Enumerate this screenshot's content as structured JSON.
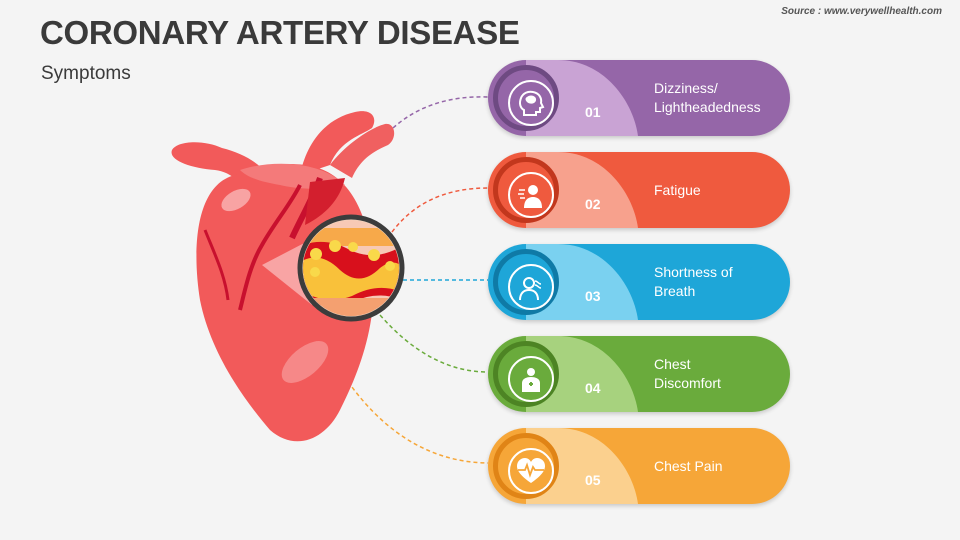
{
  "header": {
    "title": "CORONARY ARTERY DISEASE",
    "subtitle": "Symptoms",
    "source": "Source : www.verywellhealth.com"
  },
  "symptoms": [
    {
      "number": "01",
      "label": "Dizziness/\nLightheadedness",
      "icon": "brain-head-icon",
      "color": "#9566a8",
      "light": "#c9a3d4",
      "dark": "#6e4a82"
    },
    {
      "number": "02",
      "label": "Fatigue",
      "icon": "tired-person-icon",
      "color": "#ef5a3e",
      "light": "#f7a18d",
      "dark": "#c2371d"
    },
    {
      "number": "03",
      "label": "Shortness of\nBreath",
      "icon": "breathing-person-icon",
      "color": "#1ea6d8",
      "light": "#7ad1f0",
      "dark": "#0f7aa6"
    },
    {
      "number": "04",
      "label": "Chest\nDiscomfort",
      "icon": "chest-person-icon",
      "color": "#6aab3c",
      "light": "#a7d27e",
      "dark": "#4d8424"
    },
    {
      "number": "05",
      "label": "Chest Pain",
      "icon": "heartbeat-icon",
      "color": "#f6a638",
      "light": "#fbd08e",
      "dark": "#e08416"
    }
  ]
}
